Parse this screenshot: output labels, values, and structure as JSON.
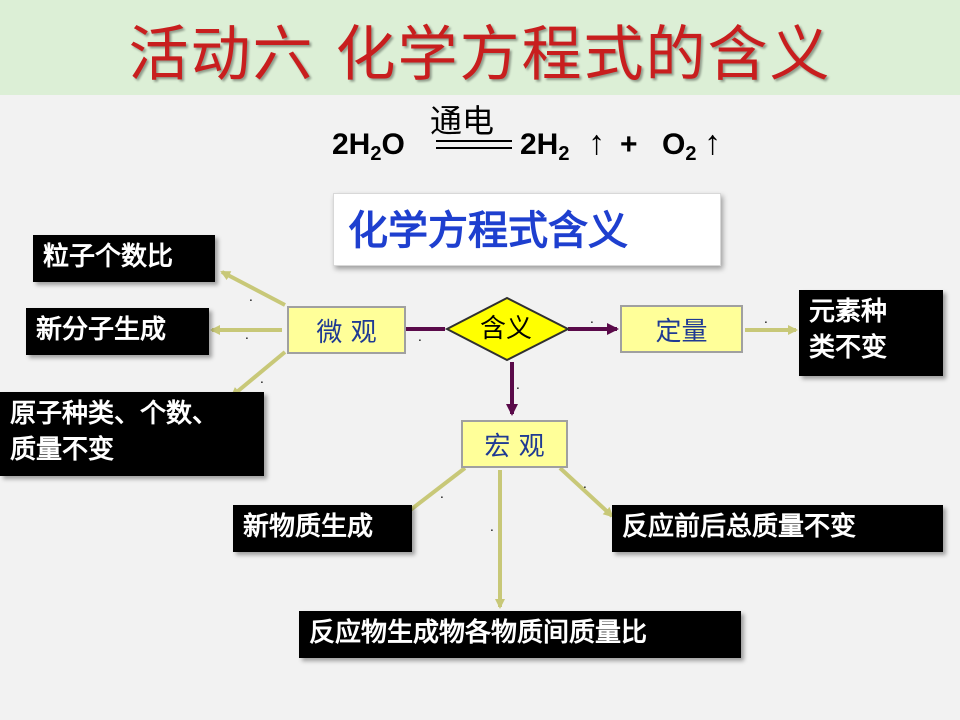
{
  "title": "活动六   化学方程式的含义",
  "equation": {
    "left": [
      "2H",
      "2",
      "O"
    ],
    "condition": "通电",
    "right_1": [
      "2H",
      "2"
    ],
    "plus": "+",
    "right_2": [
      "O",
      "2"
    ],
    "arrow": "↑"
  },
  "meaning_title": "化学方程式含义",
  "center": "含义",
  "micro": "微  观",
  "macro": "宏  观",
  "quantitative": "定量",
  "micro_outcomes": [
    "粒子个数比",
    "新分子生成",
    "原子种类、个数、",
    "质量不变"
  ],
  "quant_outcome": [
    "元素种",
    "类不变"
  ],
  "macro_outcomes": [
    "新物质生成",
    "反应前后总质量不变",
    "反应物生成物各物质间质量比"
  ],
  "dot": "."
}
